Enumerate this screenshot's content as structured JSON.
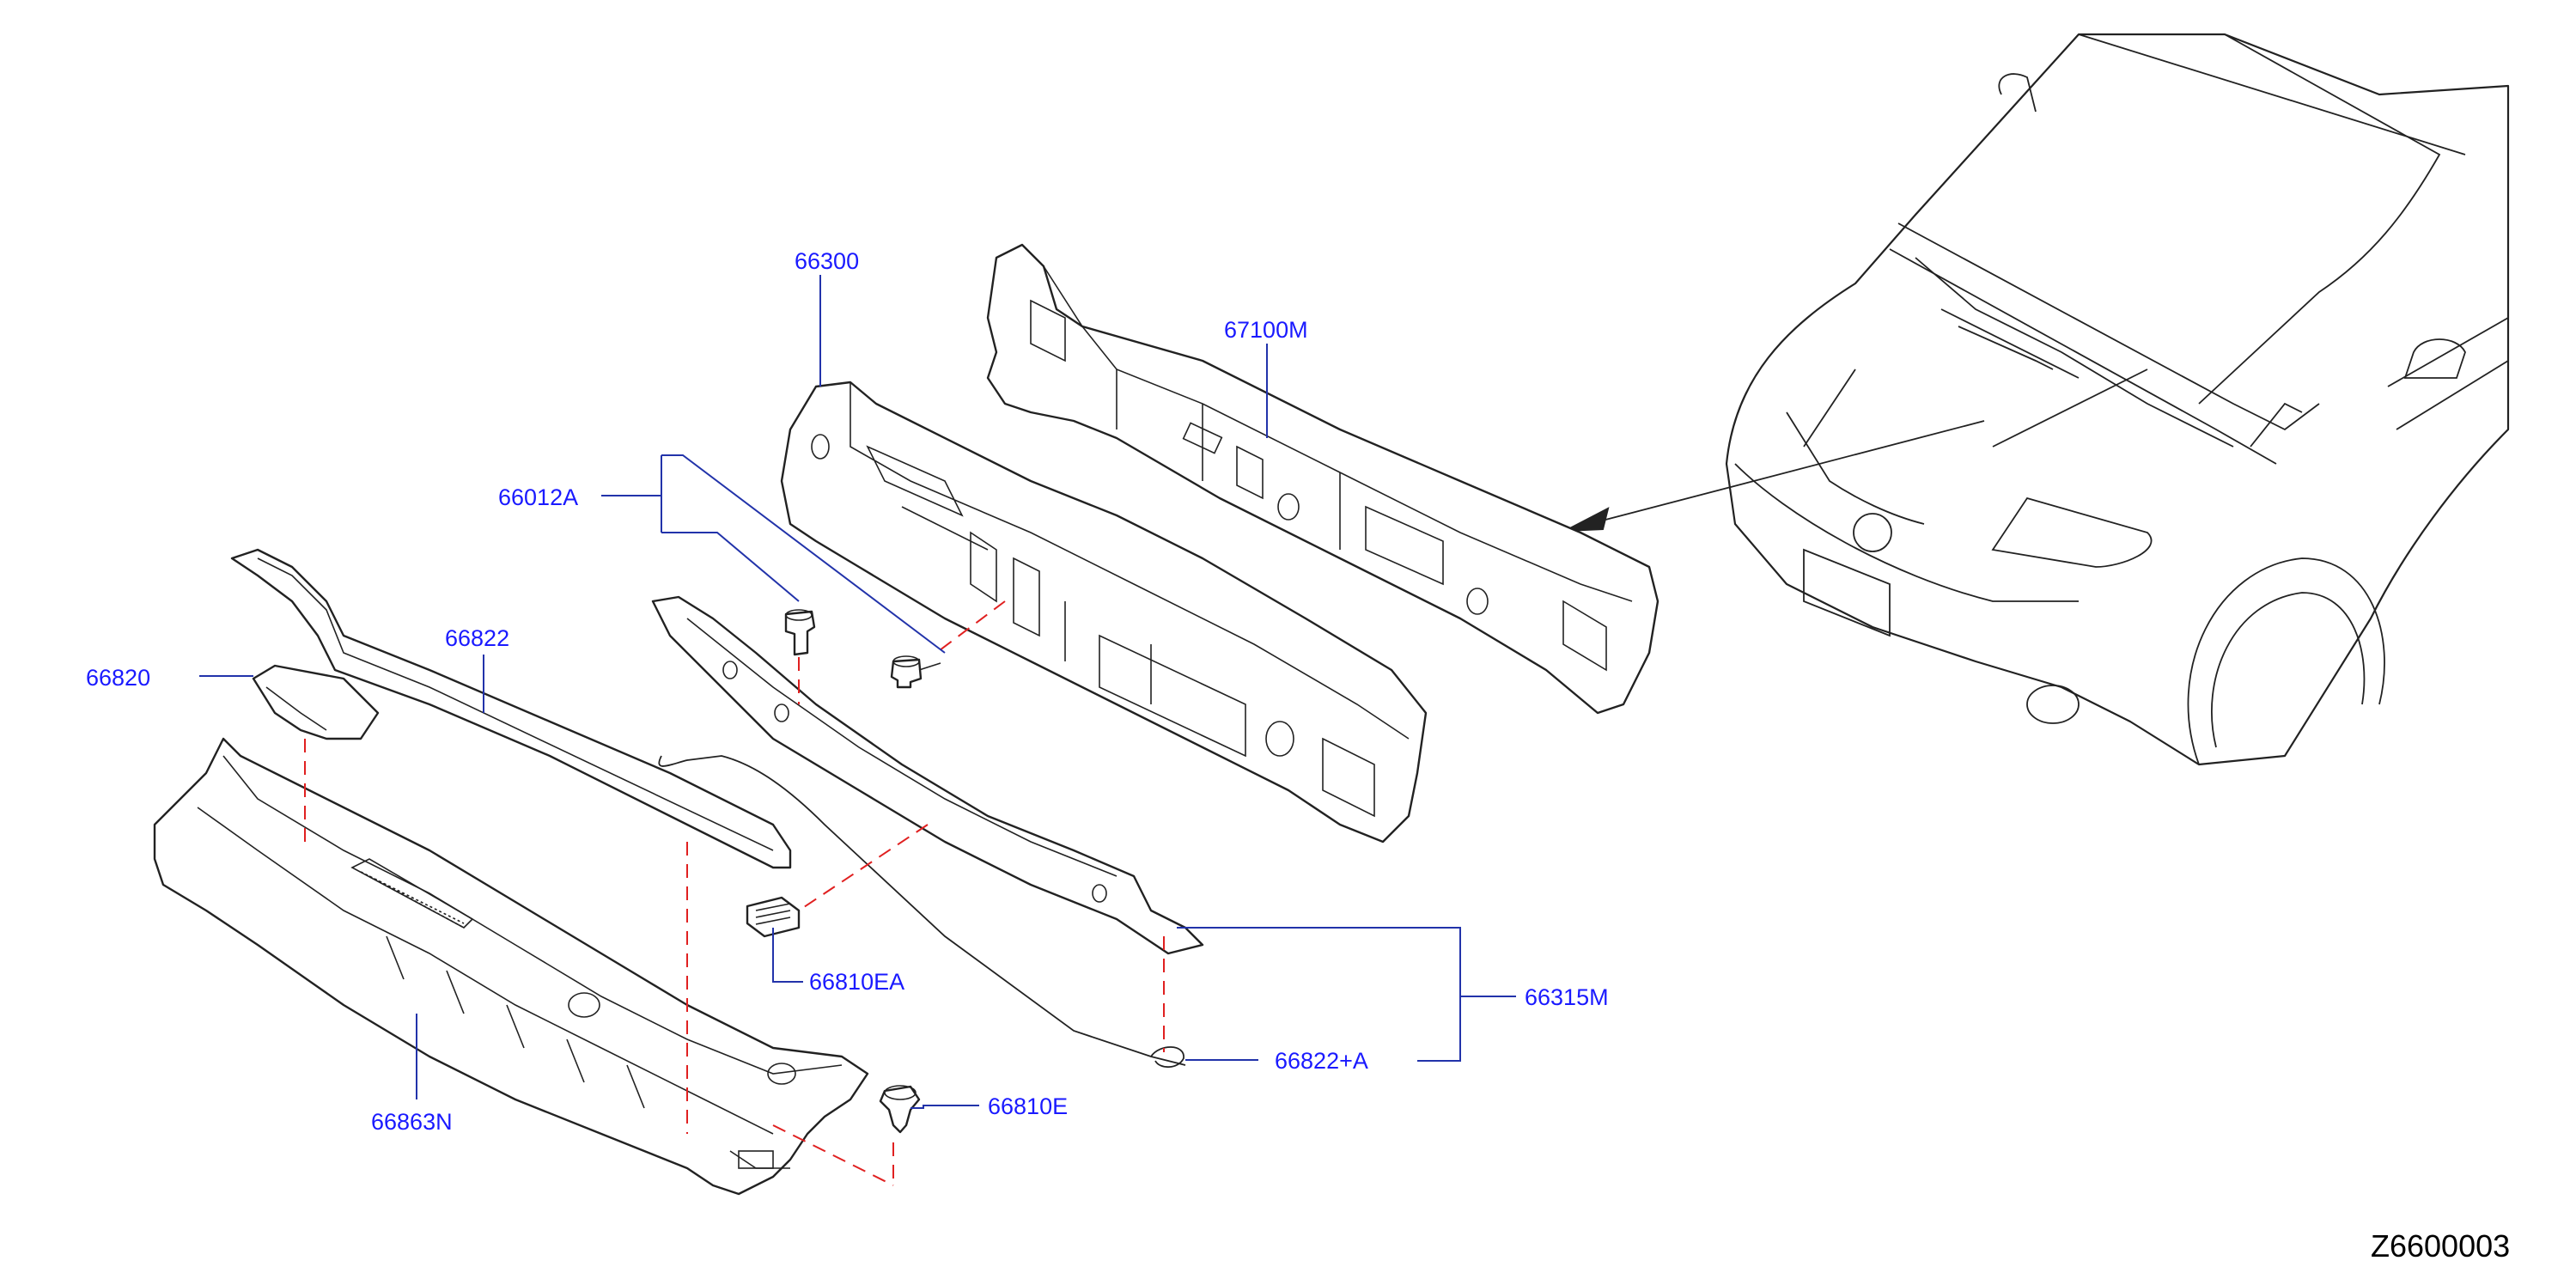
{
  "diagram": {
    "code": "Z6600003",
    "parts": [
      {
        "key": "p66300",
        "number": "66300"
      },
      {
        "key": "p67100m",
        "number": "67100M"
      },
      {
        "key": "p66012a",
        "number": "66012A"
      },
      {
        "key": "p66822",
        "number": "66822"
      },
      {
        "key": "p66820",
        "number": "66820"
      },
      {
        "key": "p66810ea",
        "number": "66810EA"
      },
      {
        "key": "p66315m",
        "number": "66315M"
      },
      {
        "key": "p66822a",
        "number": "66822+A"
      },
      {
        "key": "p66863n",
        "number": "66863N"
      },
      {
        "key": "p66810e",
        "number": "66810E"
      }
    ],
    "colors": {
      "label": "#1a1aff",
      "leader": "#2233aa",
      "dashed_guide": "#e02020",
      "outline": "#222222"
    }
  }
}
